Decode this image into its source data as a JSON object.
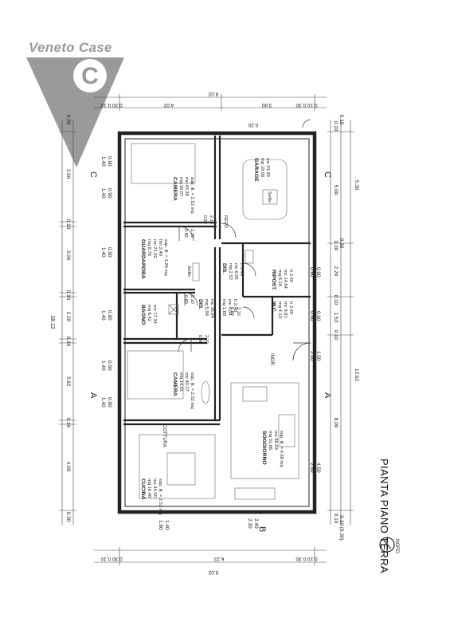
{
  "logo": {
    "brand": "Veneto Case",
    "letter": "C",
    "color": "#9a9a9a"
  },
  "title": "PIANTA PIANO TERRA",
  "north_label": "NORD",
  "section_marks": {
    "a": "A",
    "b": "B",
    "c": "C"
  },
  "dims": {
    "total_len": "18.12",
    "left_chain": [
      "0.30",
      "3.90",
      "0.10",
      "3.00",
      "0.10",
      "2.20",
      "0.10",
      "3.62",
      "0.10",
      "4.00",
      "0.30"
    ],
    "right_chain": [
      "0.10",
      "5.00",
      "0.30",
      "2.29",
      "0.10",
      "1.53",
      "0.10",
      "8.00",
      "0.10"
    ],
    "right_outer": [
      "5.30",
      "12.62"
    ],
    "top_total": "9.02",
    "top_inner": [
      "4.02",
      "3.80"
    ],
    "top_left": "0.30 0.10",
    "top_right": "0.10 0.30",
    "top_small": "0.20",
    "bottom_total": "9.02",
    "bottom_inner": [
      "6.22"
    ],
    "bottom_left": "0.30 0.10",
    "bottom_right": "0.10 0.30",
    "bottom_bits": [
      "0.10 (0.30)",
      "0.30",
      "0.10"
    ],
    "bottom_marks": [
      "1.80\n1.40",
      "2.30\n2.40"
    ]
  },
  "rooms": [
    {
      "name": "CAMERA",
      "lines": [
        "mq 16.07",
        "mc 43.38",
        "sup. ill. = 2.52 mq"
      ]
    },
    {
      "name": "GARAGE",
      "lines": [
        "mq 19.00",
        "mc 51.30"
      ]
    },
    {
      "name": "GUARDAROBA",
      "lines": [
        "mq 8.76",
        "mc 21.02",
        "hm 2.40",
        "sup. ill. = 1.26 mq"
      ]
    },
    {
      "name": "DIS.",
      "lines": [
        "mq 2.52",
        "mc 6.05",
        "h 2.40"
      ]
    },
    {
      "name": "RIPOST.",
      "lines": [
        "mq 6.18",
        "mc 14.84",
        "h 2.40"
      ]
    },
    {
      "name": "BAGNO",
      "lines": [
        "mq 6.42",
        "mc 17.34"
      ]
    },
    {
      "name": "DIS.",
      "lines": [
        "mq 5.94",
        "mc 16.04"
      ]
    },
    {
      "name": "",
      "lines": [
        "mq 1.68",
        "mc 4.04",
        "h 2.40"
      ]
    },
    {
      "name": "W.C.",
      "lines": [
        "mq 4.13",
        "mc 9.91",
        "h 2.40"
      ]
    },
    {
      "name": "CAMERA",
      "lines": [
        "mq 14.91",
        "mc 40.27",
        "sup. ill. = 2.52 mq"
      ]
    },
    {
      "name": "CUCINA",
      "lines": [
        "mq 16.48",
        "mc 44.50",
        "sup. ill. = 2.52 mq"
      ]
    },
    {
      "name": "SOGGIORNO",
      "lines": [
        "mq 31.66",
        "mc 86.03",
        "sup. ill. = 4.68 mq"
      ]
    }
  ],
  "misc_labels": {
    "cottura": "COTTURA",
    "ingr": "INGR.",
    "rego": "REGO",
    "bedside": "Sedile",
    "windows_left": [
      "1.40\n0.90",
      "1.40\n0.90",
      "1.40\n0.90",
      "1.40\n0.90",
      "1.40\n0.90",
      "1.40\n0.90"
    ],
    "windows_right": [
      "0.60\n0.90",
      "0.60\n0.90",
      "2.40\n1.50",
      "2.40\n4.50"
    ],
    "door_marks": [
      "0.80\n2.10",
      "0.80\n2.10",
      "0.80\n2.10",
      "0.80\n2.10",
      "0.80\n2.10"
    ]
  }
}
